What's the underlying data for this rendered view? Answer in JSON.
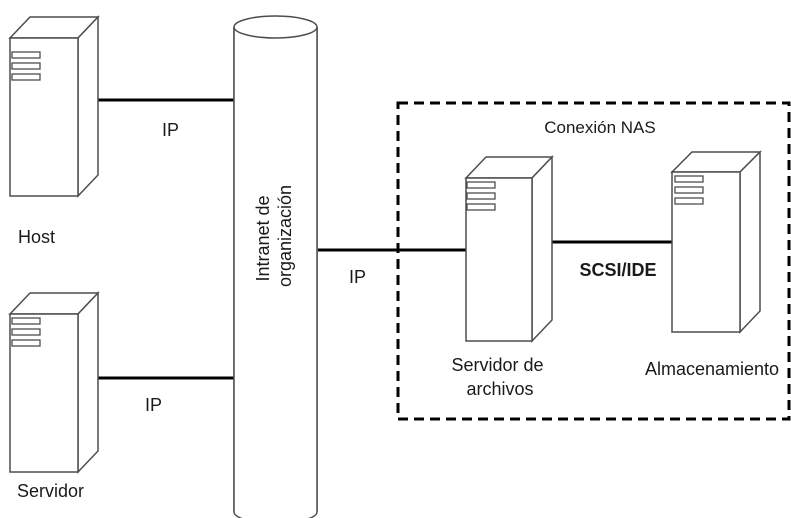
{
  "diagram": {
    "nodes": {
      "host": {
        "label": "Host"
      },
      "servidor": {
        "label": "Servidor"
      },
      "intranet": {
        "label_line1": "Intranet de",
        "label_line2": "organización"
      },
      "servidor_archivos": {
        "label_line1": "Servidor de",
        "label_line2": "archivos"
      },
      "almacenamiento": {
        "label": "Almacenamiento"
      }
    },
    "group": {
      "label": "Conexión NAS"
    },
    "edges": {
      "host_intranet": {
        "label": "IP"
      },
      "servidor_intranet": {
        "label": "IP"
      },
      "intranet_nas": {
        "label": "IP"
      },
      "archivos_almacenamiento": {
        "label": "SCSI/IDE"
      }
    },
    "colors": {
      "line": "#000000",
      "server_stroke": "#4d4d4d",
      "server_fill": "#ffffff"
    }
  }
}
